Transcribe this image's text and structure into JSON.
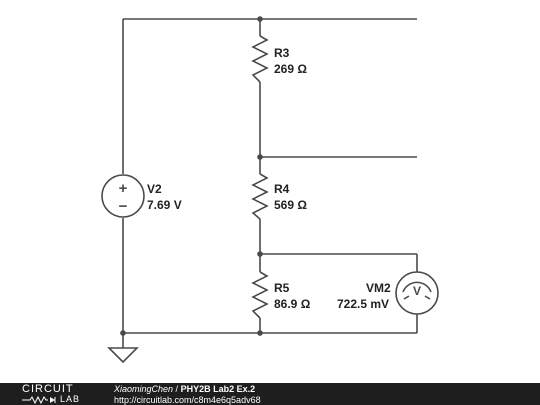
{
  "circuit": {
    "source": {
      "name": "V2",
      "value": "7.69 V"
    },
    "resistors": [
      {
        "name": "R3",
        "value": "269 Ω"
      },
      {
        "name": "R4",
        "value": "569 Ω"
      },
      {
        "name": "R5",
        "value": "86.9 Ω"
      }
    ],
    "voltmeter": {
      "name": "VM2",
      "value": "722.5 mV",
      "symbol": "V"
    },
    "source_plus": "+",
    "source_minus": "−"
  },
  "footer": {
    "logo_top": "CIRCUIT",
    "logo_bottom": "LAB",
    "author": "XiaomingChen",
    "separator": " / ",
    "title": "PHY2B Lab2 Ex.2",
    "url": "http://circuitlab.com/c8m4e6q5adv68"
  }
}
